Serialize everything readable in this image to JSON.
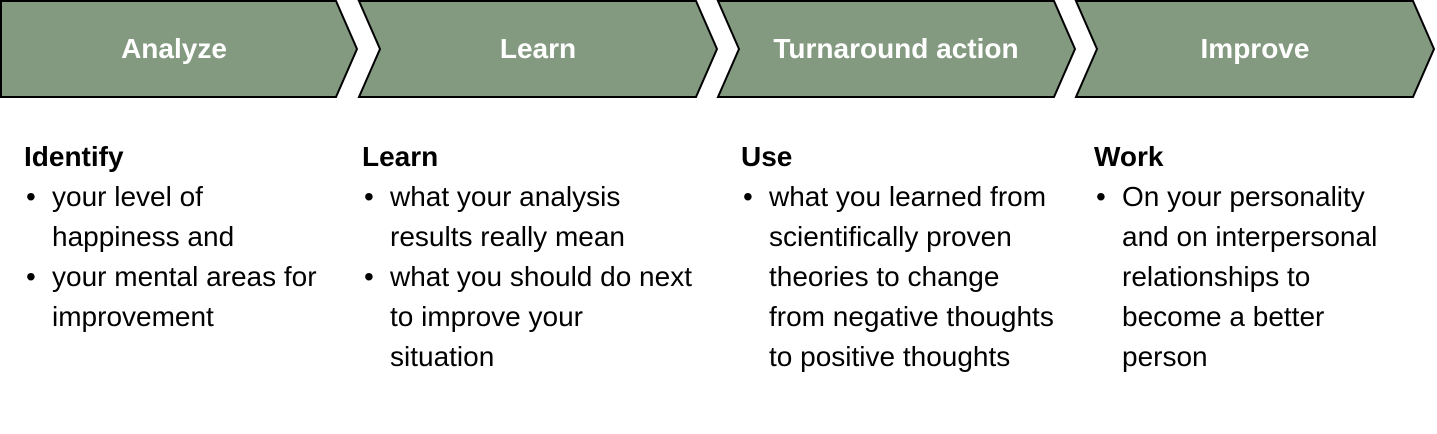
{
  "diagram": {
    "colors": {
      "chevron_fill": "#839A81",
      "chevron_stroke": "#000000",
      "chevron_text": "#FFFFFF",
      "body_text": "#000000"
    },
    "steps": [
      {
        "label": "Analyze",
        "heading": "Identify",
        "bullets": [
          "your level of happiness and",
          "your mental areas for improvement"
        ]
      },
      {
        "label": "Learn",
        "heading": "Learn",
        "bullets": [
          "what  your analysis results really mean",
          "what you should do next to improve your situation"
        ]
      },
      {
        "label": "Turnaround action",
        "heading": "Use",
        "bullets": [
          "what  you learned from scientifically proven theories to change from negative thoughts to positive thoughts"
        ]
      },
      {
        "label": "Improve",
        "heading": "Work",
        "bullets": [
          "On your personality and on interpersonal relationships to become a better person"
        ]
      }
    ]
  }
}
